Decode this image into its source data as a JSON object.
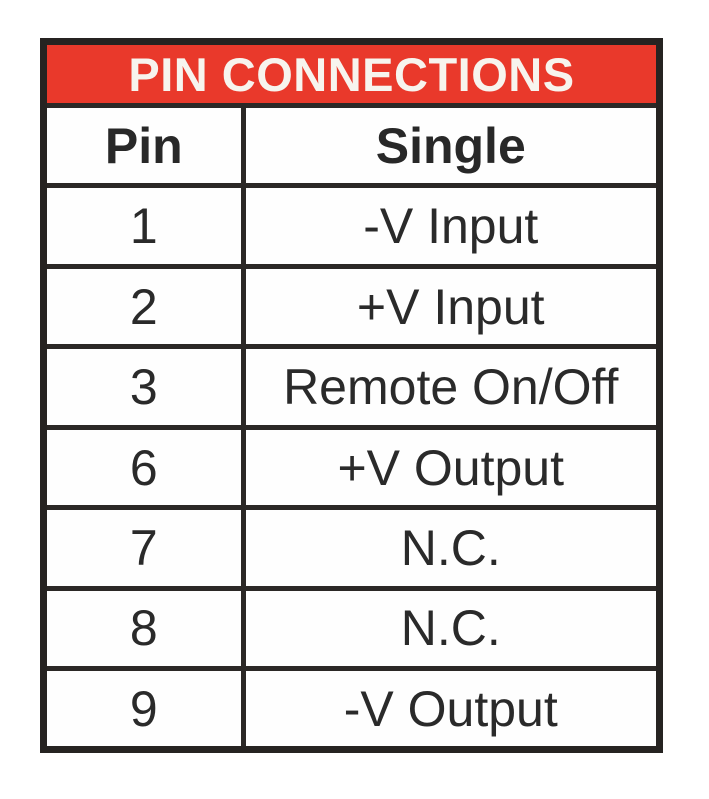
{
  "table": {
    "title": "PIN CONNECTIONS",
    "columns": [
      "Pin",
      "Single"
    ],
    "rows": [
      {
        "pin": "1",
        "single": "-V Input"
      },
      {
        "pin": "2",
        "single": "+V Input"
      },
      {
        "pin": "3",
        "single": "Remote On/Off"
      },
      {
        "pin": "6",
        "single": "+V Output"
      },
      {
        "pin": "7",
        "single": "N.C."
      },
      {
        "pin": "8",
        "single": "N.C."
      },
      {
        "pin": "9",
        "single": "-V Output"
      }
    ],
    "colors": {
      "title_background": "#e9392b",
      "title_text": "#f7f4ee",
      "grid_border": "#2b2826",
      "body_text": "#2a2a2a",
      "cell_background": "#fefefe"
    }
  }
}
